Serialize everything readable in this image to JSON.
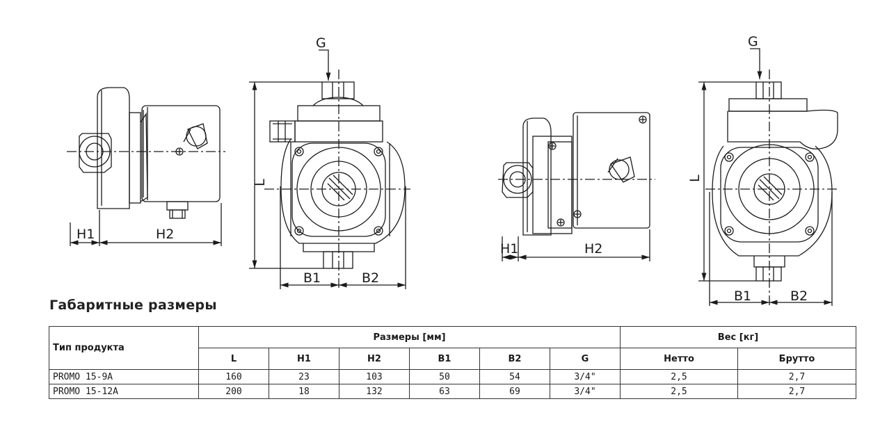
{
  "drawings": {
    "label_G": "G",
    "label_L": "L",
    "label_H1": "H1",
    "label_H2": "H2",
    "label_B1": "B1",
    "label_B2": "B2"
  },
  "section_title": "Габаритные размеры",
  "table": {
    "product_type_header": "Тип продукта",
    "dimensions_header": "Размеры [мм]",
    "weight_header": "Вес [кг]",
    "columns": [
      "L",
      "H1",
      "H2",
      "B1",
      "B2",
      "G",
      "Нетто",
      "Брутто"
    ],
    "rows": [
      {
        "name": "PROMO 15-9A",
        "values": [
          "160",
          "23",
          "103",
          "50",
          "54",
          "3/4\"",
          "2,5",
          "2,7"
        ]
      },
      {
        "name": "PROMO 15-12A",
        "values": [
          "200",
          "18",
          "132",
          "63",
          "69",
          "3/4\"",
          "2,5",
          "2,7"
        ]
      }
    ]
  }
}
